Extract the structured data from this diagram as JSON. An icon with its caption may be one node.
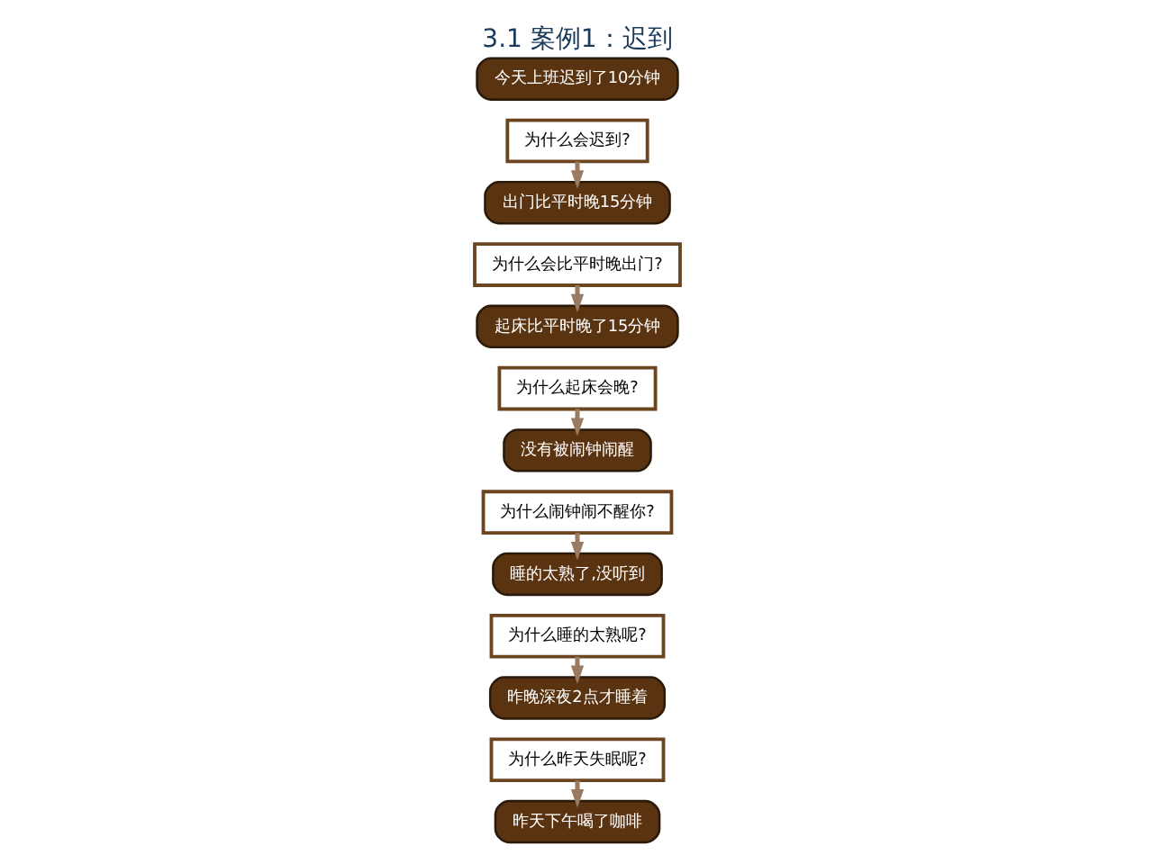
{
  "diagram": {
    "title": "3.1 案例1：迟到",
    "nodes": [
      {
        "text": [
          "今天上班迟到了10分钟"
        ]
      },
      {
        "text": [
          "为什么会迟到?"
        ]
      },
      {
        "text": [
          "出门比平时晚15分钟"
        ]
      },
      {
        "text": [
          "为什么会比平时晚出门?"
        ]
      },
      {
        "text": [
          "起床比平时晚了15分钟"
        ]
      },
      {
        "text": [
          "为什么起床会晚?"
        ]
      },
      {
        "text": [
          "没有被闹钟闹醒"
        ]
      },
      {
        "text": [
          "为什么闹钟闹不醒你?"
        ]
      },
      {
        "text": [
          "睡的太熟了,没听到"
        ]
      },
      {
        "text": [
          "为什么睡的太熟呢?"
        ]
      },
      {
        "text": [
          "昨晚深夜2点才睡着"
        ]
      },
      {
        "text": [
          "为什么昨天失眠呢?"
        ]
      },
      {
        "text": [
          "昨天下午喝了咖啡"
        ]
      }
    ],
    "edges": [
      {
        "from": 1,
        "to": 2,
        "arrow": "to"
      },
      {
        "from": 3,
        "to": 4,
        "arrow": "to"
      },
      {
        "from": 5,
        "to": 6,
        "arrow": "to"
      },
      {
        "from": 7,
        "to": 8,
        "arrow": "to"
      },
      {
        "from": 9,
        "to": 10,
        "arrow": "to"
      },
      {
        "from": 11,
        "to": 12,
        "arrow": "to"
      }
    ]
  }
}
